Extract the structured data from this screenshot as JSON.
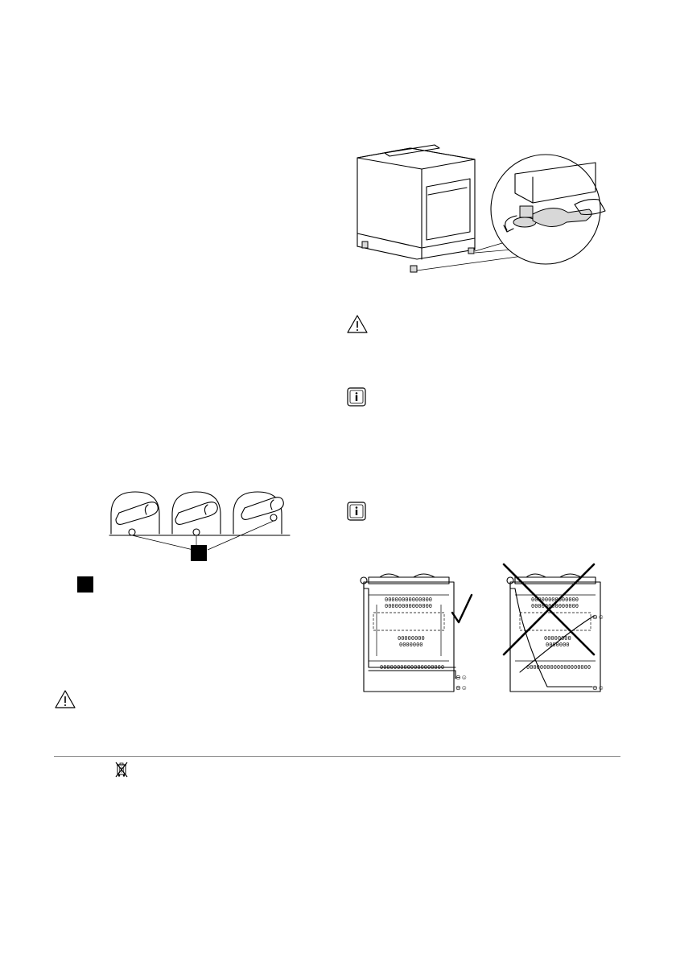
{
  "page": {
    "background": "#ffffff",
    "line_color": "#000000",
    "rule_color": "#8a8a8a"
  },
  "icons": {
    "warning_1": "warning-triangle-icon",
    "info_1": "info-icon",
    "info_2": "info-icon",
    "warning_2": "warning-triangle-icon",
    "weee": "crossed-out-wheelie-bin-icon",
    "correct": "check-mark-icon",
    "incorrect": "cross-mark-icon"
  },
  "figures": {
    "oven_levelling": "freestanding-cooker-adjustable-feet-with-spanner",
    "knob_markers": "three-control-knobs-with-indicator-marker",
    "cable_routing": "rear-view-cable-routing-correct-and-incorrect"
  }
}
